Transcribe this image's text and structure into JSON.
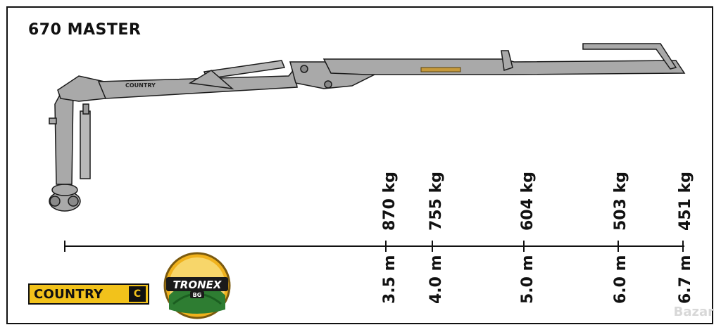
{
  "title": "670 MASTER",
  "loads": [
    {
      "distance": "3.5 m",
      "load": "870 kg"
    },
    {
      "distance": "4.0 m",
      "load": "755 kg"
    },
    {
      "distance": "5.0 m",
      "load": "604 kg"
    },
    {
      "distance": "6.0 m",
      "load": "503 kg"
    },
    {
      "distance": "6.7 m",
      "load": "451 kg"
    }
  ],
  "logos": {
    "country": "COUNTRY",
    "tronex": "TRONEX",
    "tronex_sub": "BG"
  },
  "watermark": "Bazar",
  "colors": {
    "crane_fill": "#a9a9a9",
    "crane_stroke": "#1a1a1a",
    "country_bg": "#f2c21b",
    "tronex_bg": "#2e7d32"
  }
}
